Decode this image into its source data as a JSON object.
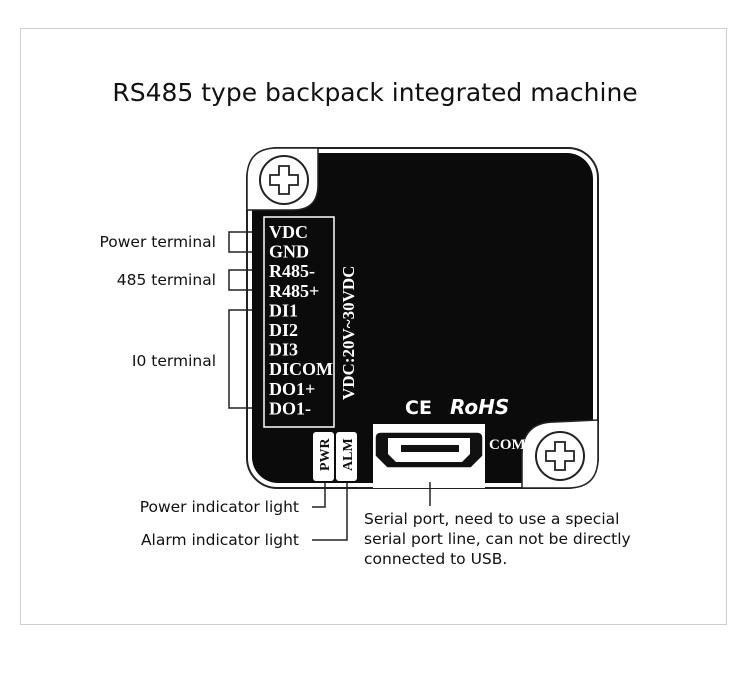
{
  "title": "RS485 type backpack integrated machine",
  "terminals": [
    "VDC",
    "GND",
    "R485-",
    "R485+",
    "DI1",
    "DI2",
    "DI3",
    "DICOM",
    "DO1+",
    "DO1-"
  ],
  "voltage_label": "VDC:20V~30VDC",
  "ce_mark": "CE",
  "rohs_mark": "RoHS",
  "com_label": "COM",
  "pwr_label": "PWR",
  "alm_label": "ALM",
  "callouts": {
    "power_terminal": "Power terminal",
    "rs485_terminal": "485 terminal",
    "io_terminal": "I0 terminal",
    "power_light": "Power indicator light",
    "alarm_light": "Alarm indicator light",
    "serial_port": [
      "Serial port, need to use a special",
      "serial port line, can not be directly",
      "connected to USB."
    ]
  }
}
